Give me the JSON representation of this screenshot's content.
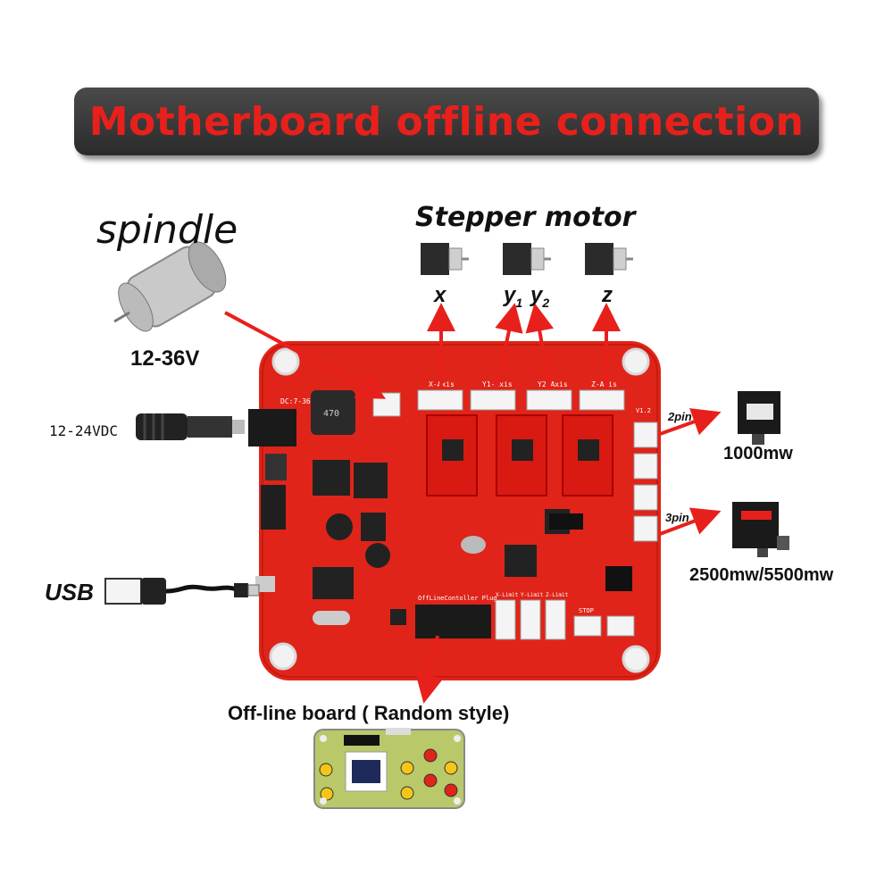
{
  "title": "Motherboard offline connection",
  "spindle": {
    "label": "spindle",
    "voltage": "12-36V"
  },
  "stepper": {
    "label": "Stepper motor",
    "axes": [
      {
        "letter": "x",
        "sub": ""
      },
      {
        "letter": "y",
        "sub": "1"
      },
      {
        "letter": "y",
        "sub": "2"
      },
      {
        "letter": "z",
        "sub": ""
      }
    ]
  },
  "power": {
    "label": "12-24VDC"
  },
  "usb": {
    "label": "USB"
  },
  "laser": {
    "low": {
      "pins": "2pin",
      "power": "1000mw"
    },
    "high": {
      "pins": "3pin",
      "power": "2500mw/5500mw"
    }
  },
  "offline_board": {
    "label": "Off-line board ( Random style)"
  },
  "board_silkscreen": {
    "x_axis": "X-Axis",
    "y1_axis": "Y1-Axis",
    "y2_axis": "Y2-Axis",
    "z_axis": "Z-Axis",
    "dc": "DC:7-36V",
    "ver": "V1.2",
    "plug": "OffLineContoller Plug",
    "stop": "STOP",
    "inductor": "470",
    "xlimit": "X-Limit",
    "ylimit": "Y-Limit",
    "zlimit": "Z-Limit"
  },
  "colors": {
    "board": "#e02419",
    "arrow": "#e8201c",
    "title_bg": "#333333",
    "title_text": "#e8201c"
  }
}
